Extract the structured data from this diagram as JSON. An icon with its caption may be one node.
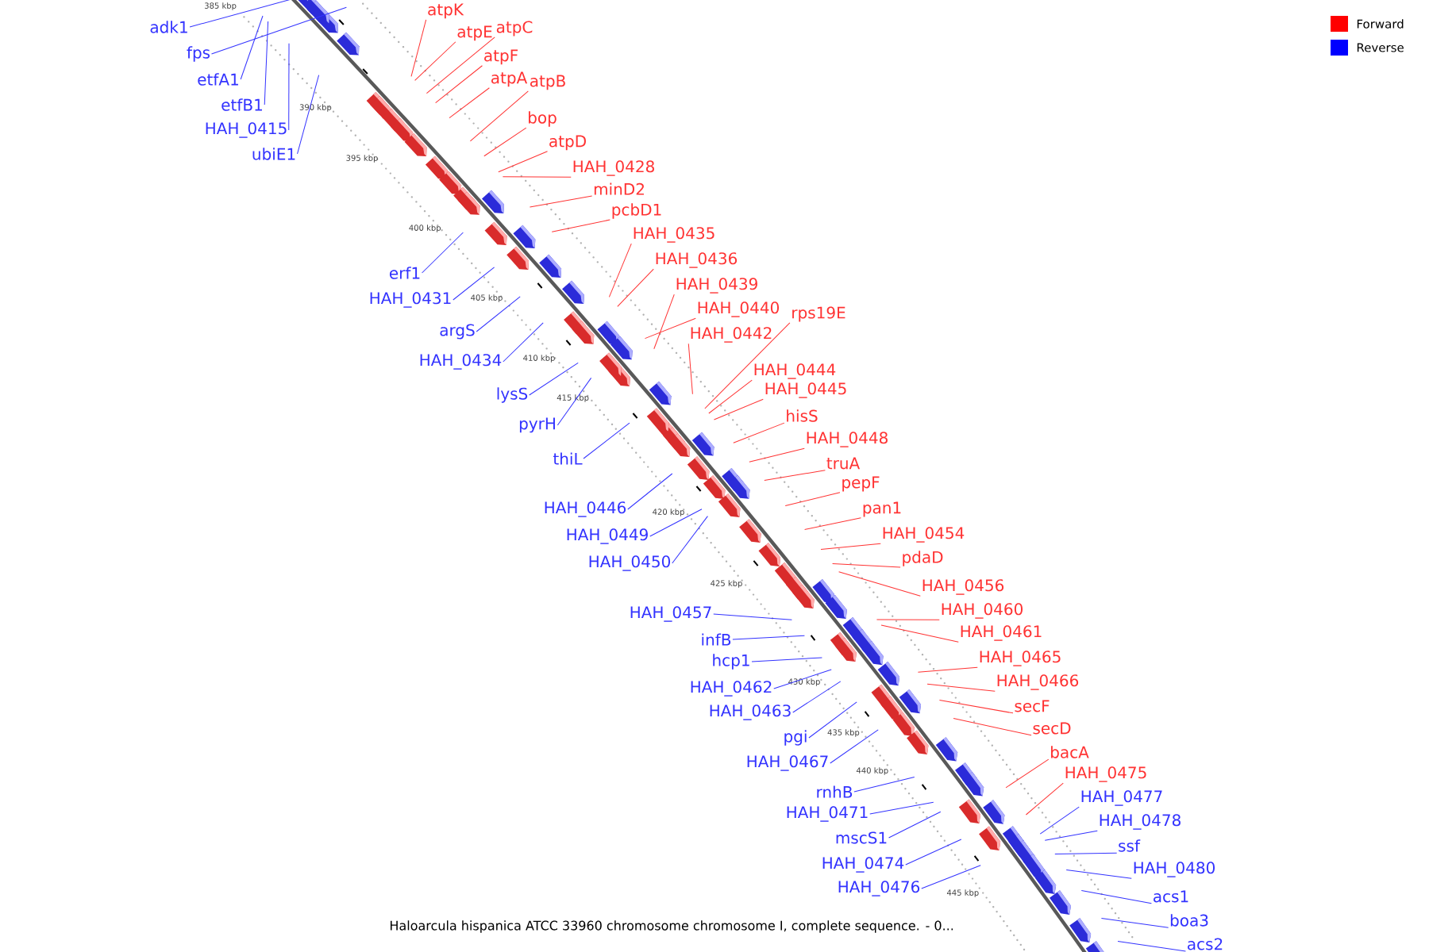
{
  "diagram": {
    "caption": "Haloarcula hispanica ATCC 33960 chromosome chromosome I, complete sequence. - 0...",
    "nodes": [
      {
        "text": [
          "adk1"
        ]
      },
      {
        "text": [
          "fps"
        ]
      },
      {
        "text": [
          "etfA1"
        ]
      },
      {
        "text": [
          "etfB1"
        ]
      },
      {
        "text": [
          "HAH_0415"
        ]
      },
      {
        "text": [
          "ubiE1"
        ]
      },
      {
        "text": [
          "erf1"
        ]
      },
      {
        "text": [
          "HAH_0431"
        ]
      },
      {
        "text": [
          "argS"
        ]
      },
      {
        "text": [
          "HAH_0434"
        ]
      },
      {
        "text": [
          "lysS"
        ]
      },
      {
        "text": [
          "pyrH"
        ]
      },
      {
        "text": [
          "thiL"
        ]
      },
      {
        "text": [
          "HAH_0446"
        ]
      },
      {
        "text": [
          "HAH_0449"
        ]
      },
      {
        "text": [
          "HAH_0450"
        ]
      },
      {
        "text": [
          "HAH_0457"
        ]
      },
      {
        "text": [
          "infB"
        ]
      },
      {
        "text": [
          "hcp1"
        ]
      },
      {
        "text": [
          "HAH_0462"
        ]
      },
      {
        "text": [
          "HAH_0463"
        ]
      },
      {
        "text": [
          "pgi"
        ]
      },
      {
        "text": [
          "HAH_0467"
        ]
      },
      {
        "text": [
          "rnhB"
        ]
      },
      {
        "text": [
          "HAH_0471"
        ]
      },
      {
        "text": [
          "mscS1"
        ]
      },
      {
        "text": [
          "HAH_0474"
        ]
      },
      {
        "text": [
          "HAH_0476"
        ]
      },
      {
        "text": [
          "atpK"
        ]
      },
      {
        "text": [
          "atpE"
        ]
      },
      {
        "text": [
          "atpC"
        ]
      },
      {
        "text": [
          "atpF"
        ]
      },
      {
        "text": [
          "atpA"
        ]
      },
      {
        "text": [
          "atpB"
        ]
      },
      {
        "text": [
          "bop"
        ]
      },
      {
        "text": [
          "atpD"
        ]
      },
      {
        "text": [
          "HAH_0428"
        ]
      },
      {
        "text": [
          "minD2"
        ]
      },
      {
        "text": [
          "pcbD1"
        ]
      },
      {
        "text": [
          "HAH_0435"
        ]
      },
      {
        "text": [
          "HAH_0436"
        ]
      },
      {
        "text": [
          "HAH_0439"
        ]
      },
      {
        "text": [
          "HAH_0440"
        ]
      },
      {
        "text": [
          "rps19E"
        ]
      },
      {
        "text": [
          "HAH_0442"
        ]
      },
      {
        "text": [
          "HAH_0444"
        ]
      },
      {
        "text": [
          "HAH_0445"
        ]
      },
      {
        "text": [
          "hisS"
        ]
      },
      {
        "text": [
          "HAH_0448"
        ]
      },
      {
        "text": [
          "truA"
        ]
      },
      {
        "text": [
          "pepF"
        ]
      },
      {
        "text": [
          "pan1"
        ]
      },
      {
        "text": [
          "HAH_0454"
        ]
      },
      {
        "text": [
          "pdaD"
        ]
      },
      {
        "text": [
          "HAH_0456"
        ]
      },
      {
        "text": [
          "HAH_0460"
        ]
      },
      {
        "text": [
          "HAH_0461"
        ]
      },
      {
        "text": [
          "HAH_0465"
        ]
      },
      {
        "text": [
          "HAH_0466"
        ]
      },
      {
        "text": [
          "secF"
        ]
      },
      {
        "text": [
          "secD"
        ]
      },
      {
        "text": [
          "bacA"
        ]
      },
      {
        "text": [
          "HAH_0475"
        ]
      },
      {
        "text": [
          "HAH_0477"
        ]
      },
      {
        "text": [
          "HAH_0478"
        ]
      },
      {
        "text": [
          "ssf"
        ]
      },
      {
        "text": [
          "HAH_0480"
        ]
      },
      {
        "text": [
          "acs1"
        ]
      },
      {
        "text": [
          "boa3"
        ]
      },
      {
        "text": [
          "acs2"
        ]
      }
    ],
    "edges": [
      {
        "from": 0,
        "to": null,
        "arrow": "none",
        "color": "#3333ff"
      },
      {
        "from": 1,
        "to": null,
        "arrow": "none",
        "color": "#3333ff"
      },
      {
        "from": 2,
        "to": null,
        "arrow": "none",
        "color": "#3333ff"
      },
      {
        "from": 3,
        "to": null,
        "arrow": "none",
        "color": "#3333ff"
      },
      {
        "from": 4,
        "to": null,
        "arrow": "none",
        "color": "#3333ff"
      },
      {
        "from": 5,
        "to": null,
        "arrow": "none",
        "color": "#3333ff"
      },
      {
        "from": 6,
        "to": null,
        "arrow": "none",
        "color": "#3333ff"
      },
      {
        "from": 7,
        "to": null,
        "arrow": "none",
        "color": "#3333ff"
      },
      {
        "from": 8,
        "to": null,
        "arrow": "none",
        "color": "#3333ff"
      },
      {
        "from": 9,
        "to": null,
        "arrow": "none",
        "color": "#3333ff"
      },
      {
        "from": 10,
        "to": null,
        "arrow": "none",
        "color": "#3333ff"
      },
      {
        "from": 11,
        "to": null,
        "arrow": "none",
        "color": "#3333ff"
      },
      {
        "from": 12,
        "to": null,
        "arrow": "none",
        "color": "#3333ff"
      },
      {
        "from": 13,
        "to": null,
        "arrow": "none",
        "color": "#3333ff"
      },
      {
        "from": 14,
        "to": null,
        "arrow": "none",
        "color": "#3333ff"
      },
      {
        "from": 15,
        "to": null,
        "arrow": "none",
        "color": "#3333ff"
      },
      {
        "from": 16,
        "to": null,
        "arrow": "none",
        "color": "#3333ff"
      },
      {
        "from": 17,
        "to": null,
        "arrow": "none",
        "color": "#3333ff"
      },
      {
        "from": 18,
        "to": null,
        "arrow": "none",
        "color": "#3333ff"
      },
      {
        "from": 19,
        "to": null,
        "arrow": "none",
        "color": "#3333ff"
      },
      {
        "from": 20,
        "to": null,
        "arrow": "none",
        "color": "#3333ff"
      },
      {
        "from": 21,
        "to": null,
        "arrow": "none",
        "color": "#3333ff"
      },
      {
        "from": 22,
        "to": null,
        "arrow": "none",
        "color": "#3333ff"
      },
      {
        "from": 23,
        "to": null,
        "arrow": "none",
        "color": "#3333ff"
      },
      {
        "from": 24,
        "to": null,
        "arrow": "none",
        "color": "#3333ff"
      },
      {
        "from": 25,
        "to": null,
        "arrow": "none",
        "color": "#3333ff"
      },
      {
        "from": 26,
        "to": null,
        "arrow": "none",
        "color": "#3333ff"
      },
      {
        "from": 27,
        "to": null,
        "arrow": "none",
        "color": "#3333ff"
      },
      {
        "from": 28,
        "to": null,
        "arrow": "none",
        "color": "#ff3333"
      },
      {
        "from": 29,
        "to": null,
        "arrow": "none",
        "color": "#ff3333"
      },
      {
        "from": 30,
        "to": null,
        "arrow": "none",
        "color": "#ff3333"
      },
      {
        "from": 31,
        "to": null,
        "arrow": "none",
        "color": "#ff3333"
      },
      {
        "from": 32,
        "to": null,
        "arrow": "none",
        "color": "#ff3333"
      },
      {
        "from": 33,
        "to": null,
        "arrow": "none",
        "color": "#ff3333"
      },
      {
        "from": 34,
        "to": null,
        "arrow": "none",
        "color": "#ff3333"
      },
      {
        "from": 35,
        "to": null,
        "arrow": "none",
        "color": "#ff3333"
      },
      {
        "from": 36,
        "to": null,
        "arrow": "none",
        "color": "#ff3333"
      },
      {
        "from": 37,
        "to": null,
        "arrow": "none",
        "color": "#ff3333"
      },
      {
        "from": 38,
        "to": null,
        "arrow": "none",
        "color": "#ff3333"
      },
      {
        "from": 39,
        "to": null,
        "arrow": "none",
        "color": "#ff3333"
      },
      {
        "from": 40,
        "to": null,
        "arrow": "none",
        "color": "#ff3333"
      },
      {
        "from": 41,
        "to": null,
        "arrow": "none",
        "color": "#ff3333"
      },
      {
        "from": 42,
        "to": null,
        "arrow": "none",
        "color": "#ff3333"
      },
      {
        "from": 43,
        "to": null,
        "arrow": "none",
        "color": "#ff3333"
      },
      {
        "from": 44,
        "to": null,
        "arrow": "none",
        "color": "#ff3333"
      },
      {
        "from": 45,
        "to": null,
        "arrow": "none",
        "color": "#ff3333"
      },
      {
        "from": 46,
        "to": null,
        "arrow": "none",
        "color": "#ff3333"
      },
      {
        "from": 47,
        "to": null,
        "arrow": "none",
        "color": "#ff3333"
      },
      {
        "from": 48,
        "to": null,
        "arrow": "none",
        "color": "#ff3333"
      },
      {
        "from": 49,
        "to": null,
        "arrow": "none",
        "color": "#ff3333"
      },
      {
        "from": 50,
        "to": null,
        "arrow": "none",
        "color": "#ff3333"
      },
      {
        "from": 51,
        "to": null,
        "arrow": "none",
        "color": "#ff3333"
      },
      {
        "from": 52,
        "to": null,
        "arrow": "none",
        "color": "#ff3333"
      },
      {
        "from": 53,
        "to": null,
        "arrow": "none",
        "color": "#ff3333"
      },
      {
        "from": 54,
        "to": null,
        "arrow": "none",
        "color": "#ff3333"
      },
      {
        "from": 55,
        "to": null,
        "arrow": "none",
        "color": "#ff3333"
      },
      {
        "from": 56,
        "to": null,
        "arrow": "none",
        "color": "#ff3333"
      },
      {
        "from": 57,
        "to": null,
        "arrow": "none",
        "color": "#ff3333"
      },
      {
        "from": 58,
        "to": null,
        "arrow": "none",
        "color": "#ff3333"
      },
      {
        "from": 59,
        "to": null,
        "arrow": "none",
        "color": "#ff3333"
      },
      {
        "from": 60,
        "to": null,
        "arrow": "none",
        "color": "#ff3333"
      },
      {
        "from": 61,
        "to": null,
        "arrow": "none",
        "color": "#ff3333"
      },
      {
        "from": 62,
        "to": null,
        "arrow": "none",
        "color": "#ff3333"
      },
      {
        "from": 63,
        "to": null,
        "arrow": "none",
        "color": "#3333ff"
      },
      {
        "from": 64,
        "to": null,
        "arrow": "none",
        "color": "#3333ff"
      },
      {
        "from": 65,
        "to": null,
        "arrow": "none",
        "color": "#3333ff"
      },
      {
        "from": 66,
        "to": null,
        "arrow": "none",
        "color": "#3333ff"
      },
      {
        "from": 67,
        "to": null,
        "arrow": "none",
        "color": "#3333ff"
      },
      {
        "from": 68,
        "to": null,
        "arrow": "none",
        "color": "#3333ff"
      },
      {
        "from": 69,
        "to": null,
        "arrow": "none",
        "color": "#3333ff"
      }
    ],
    "labels": [
      "385 kbp",
      "390 kbp",
      "395 kbp",
      "400 kbp",
      "405 kbp",
      "410 kbp",
      "415 kbp",
      "420 kbp",
      "425 kbp",
      "430 kbp",
      "435 kbp",
      "440 kbp",
      "445 kbp"
    ],
    "legend": [
      {
        "text": "Forward",
        "color": "#ff0000"
      },
      {
        "text": "Reverse",
        "color": "#0000ff"
      }
    ]
  }
}
